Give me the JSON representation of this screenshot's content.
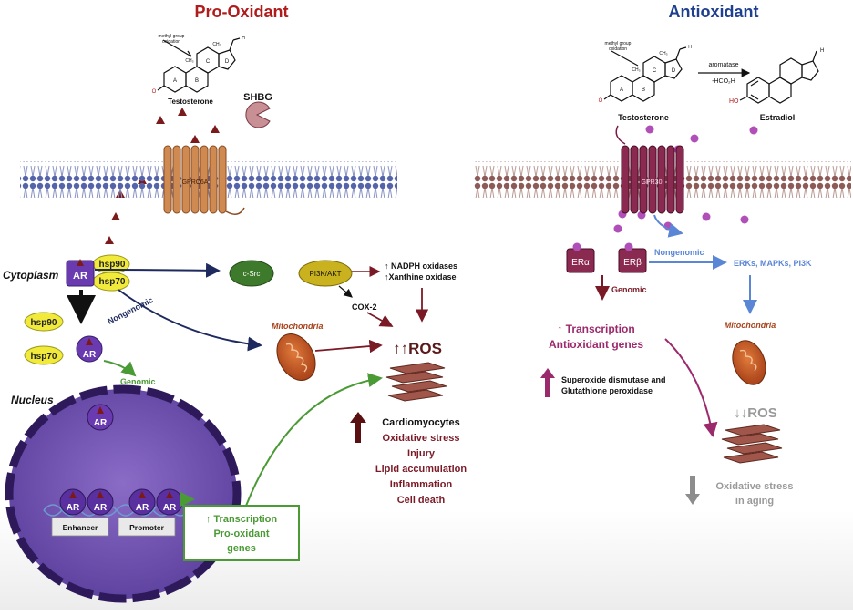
{
  "pro_oxidant": {
    "title": "Pro-Oxidant",
    "steroid_note_line1": "methyl group",
    "steroid_note_line2": "oxidation",
    "ring_a": "A",
    "ring_b": "B",
    "ring_c": "C",
    "ring_d": "D",
    "ring_ch3_upper": "CH₃",
    "ring_ch3_lower": "CH₃",
    "ring_oh": "O",
    "ring_h": "H",
    "testosterone_label": "Testosterone",
    "shbg_label": "SHBG",
    "gpcr_label": "GPRC6A",
    "cytoplasm_label": "Cytoplasm",
    "ar_label": "AR",
    "hsp90_label": "hsp90",
    "hsp70_label": "hsp70",
    "csrc_label": "c-Src",
    "pi3k_label": "PI3K/AKT",
    "nadph_label": "↑ NADPH oxidases",
    "xanthine_label": "↑Xanthine oxidase",
    "cox2_label": "COX-2",
    "nongenomic_label": "Nongenomic",
    "genomic_label": "Genomic",
    "mitochondria_label": "Mitochondria",
    "ros_label": "↑↑ROS",
    "nucleus_label": "Nucleus",
    "enhancer_label": "Enhancer",
    "promoter_label": "Promoter",
    "transcription_line1": "↑ Transcription",
    "transcription_line2": "Pro-oxidant",
    "transcription_line3": "genes",
    "effects": [
      "Cardiomyocytes",
      "Oxidative stress",
      "Injury",
      "Lipid accumulation",
      "Inflammation",
      "Cell death"
    ]
  },
  "antioxidant": {
    "title": "Antioxidant",
    "steroid_note_line1": "methyl group",
    "steroid_note_line2": "oxidation",
    "ring_a": "A",
    "ring_b": "B",
    "ring_c": "C",
    "ring_d": "D",
    "ring_ch3_upper": "CH₃",
    "ring_ch3_lower": "CH₃",
    "ring_oh": "O",
    "ring_h": "H",
    "testosterone_label": "Testosterone",
    "aromatase_label": "aromatase",
    "hco2h_label": "-HCO₂H",
    "estradiol_label": "Estradiol",
    "estradiol_ho": "HO",
    "gper_label": "GPR30",
    "er_alpha_label": "ERα",
    "er_beta_label": "ERβ",
    "nongenomic_label": "Nongenomic",
    "erks_label": "ERKs, MAPKs, PI3K",
    "genomic_label": "Genomic",
    "transcription_line1": "↑ Transcription",
    "transcription_line2": "Antioxidant genes",
    "sod_line1": "Superoxide dismutase and",
    "sod_line2": "Glutathione peroxidase",
    "mitochondria_label": "Mitochondria",
    "ros_label": "↓↓ROS",
    "stress_line1": "Oxidative stress",
    "stress_line2": "in aging"
  },
  "colors": {
    "title_red": "#b01c1c",
    "title_blue": "#1f3f8f",
    "maroon": "#7a1a26",
    "purple": "#6a3bb0",
    "green": "#4a9a35",
    "blue_arrow": "#5b86d6",
    "navy": "#1e2a5e",
    "magenta": "#9b2a6d"
  }
}
